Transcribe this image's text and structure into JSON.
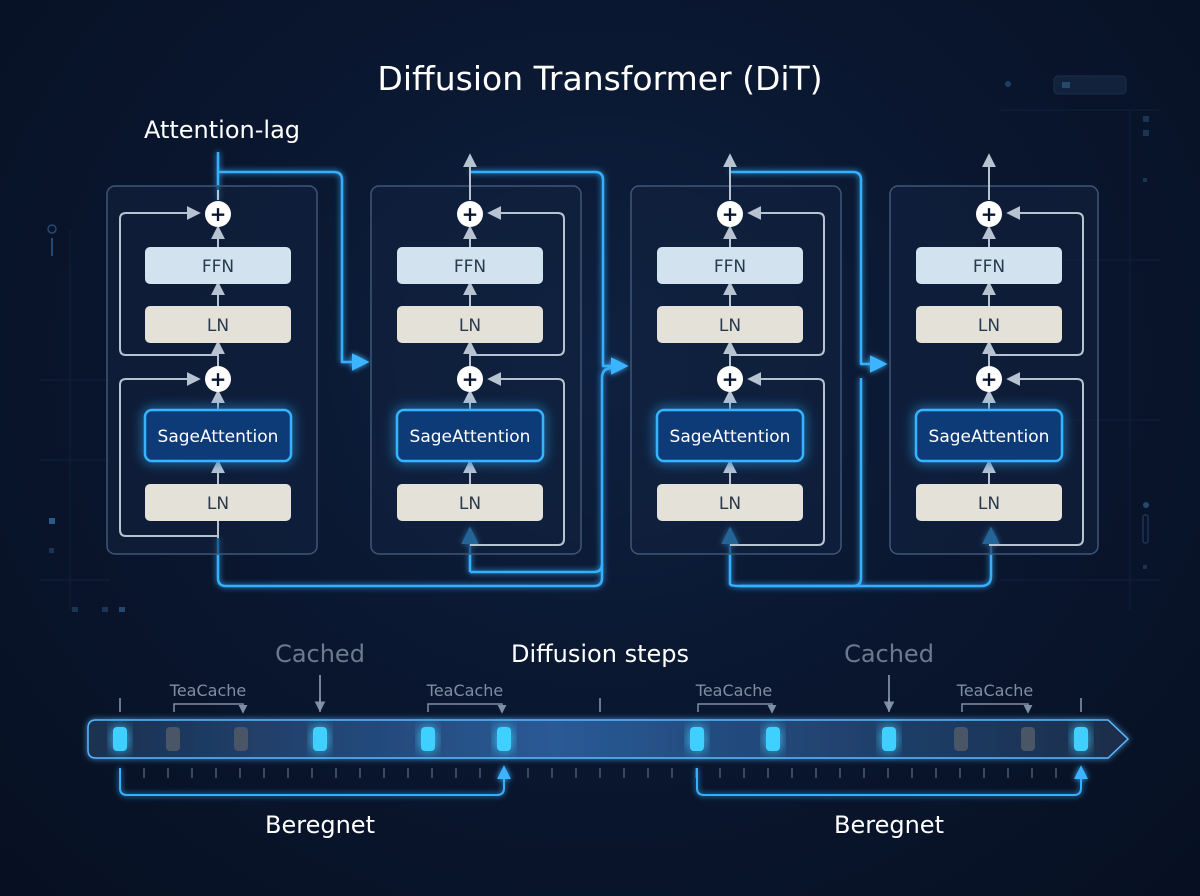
{
  "title": "Diffusion Transformer (DiT)",
  "top_label": "Attention-lag",
  "steps_label": "Diffusion steps",
  "blocks": [
    {
      "ffn": "FFN",
      "ln_top": "LN",
      "attention": "SageAttention",
      "ln_bottom": "LN",
      "plus": "+"
    },
    {
      "ffn": "FFN",
      "ln_top": "LN",
      "attention": "SageAttention",
      "ln_bottom": "LN",
      "plus": "+"
    },
    {
      "ffn": "FFN",
      "ln_top": "LN",
      "attention": "SageAttention",
      "ln_bottom": "LN",
      "plus": "+"
    },
    {
      "ffn": "FFN",
      "ln_top": "LN",
      "attention": "SageAttention",
      "ln_bottom": "LN",
      "plus": "+"
    }
  ],
  "cached_labels": [
    "Cached",
    "Cached"
  ],
  "teacache_labels": [
    "TeaCache",
    "TeaCache",
    "TeaCache",
    "TeaCache"
  ],
  "computed_labels": [
    "Beregnet",
    "Beregnet"
  ],
  "timeline_markers": [
    "active",
    "inactive",
    "inactive",
    "active",
    "active",
    "active",
    "active",
    "active",
    "active",
    "inactive",
    "inactive",
    "active"
  ],
  "colors": {
    "accent": "#2fa8ff",
    "ffn_fill": "#d2e2ef",
    "ln_fill": "#e4e1d9",
    "block_text": "#2a3a4e",
    "inactive_marker": "#4a5566"
  }
}
